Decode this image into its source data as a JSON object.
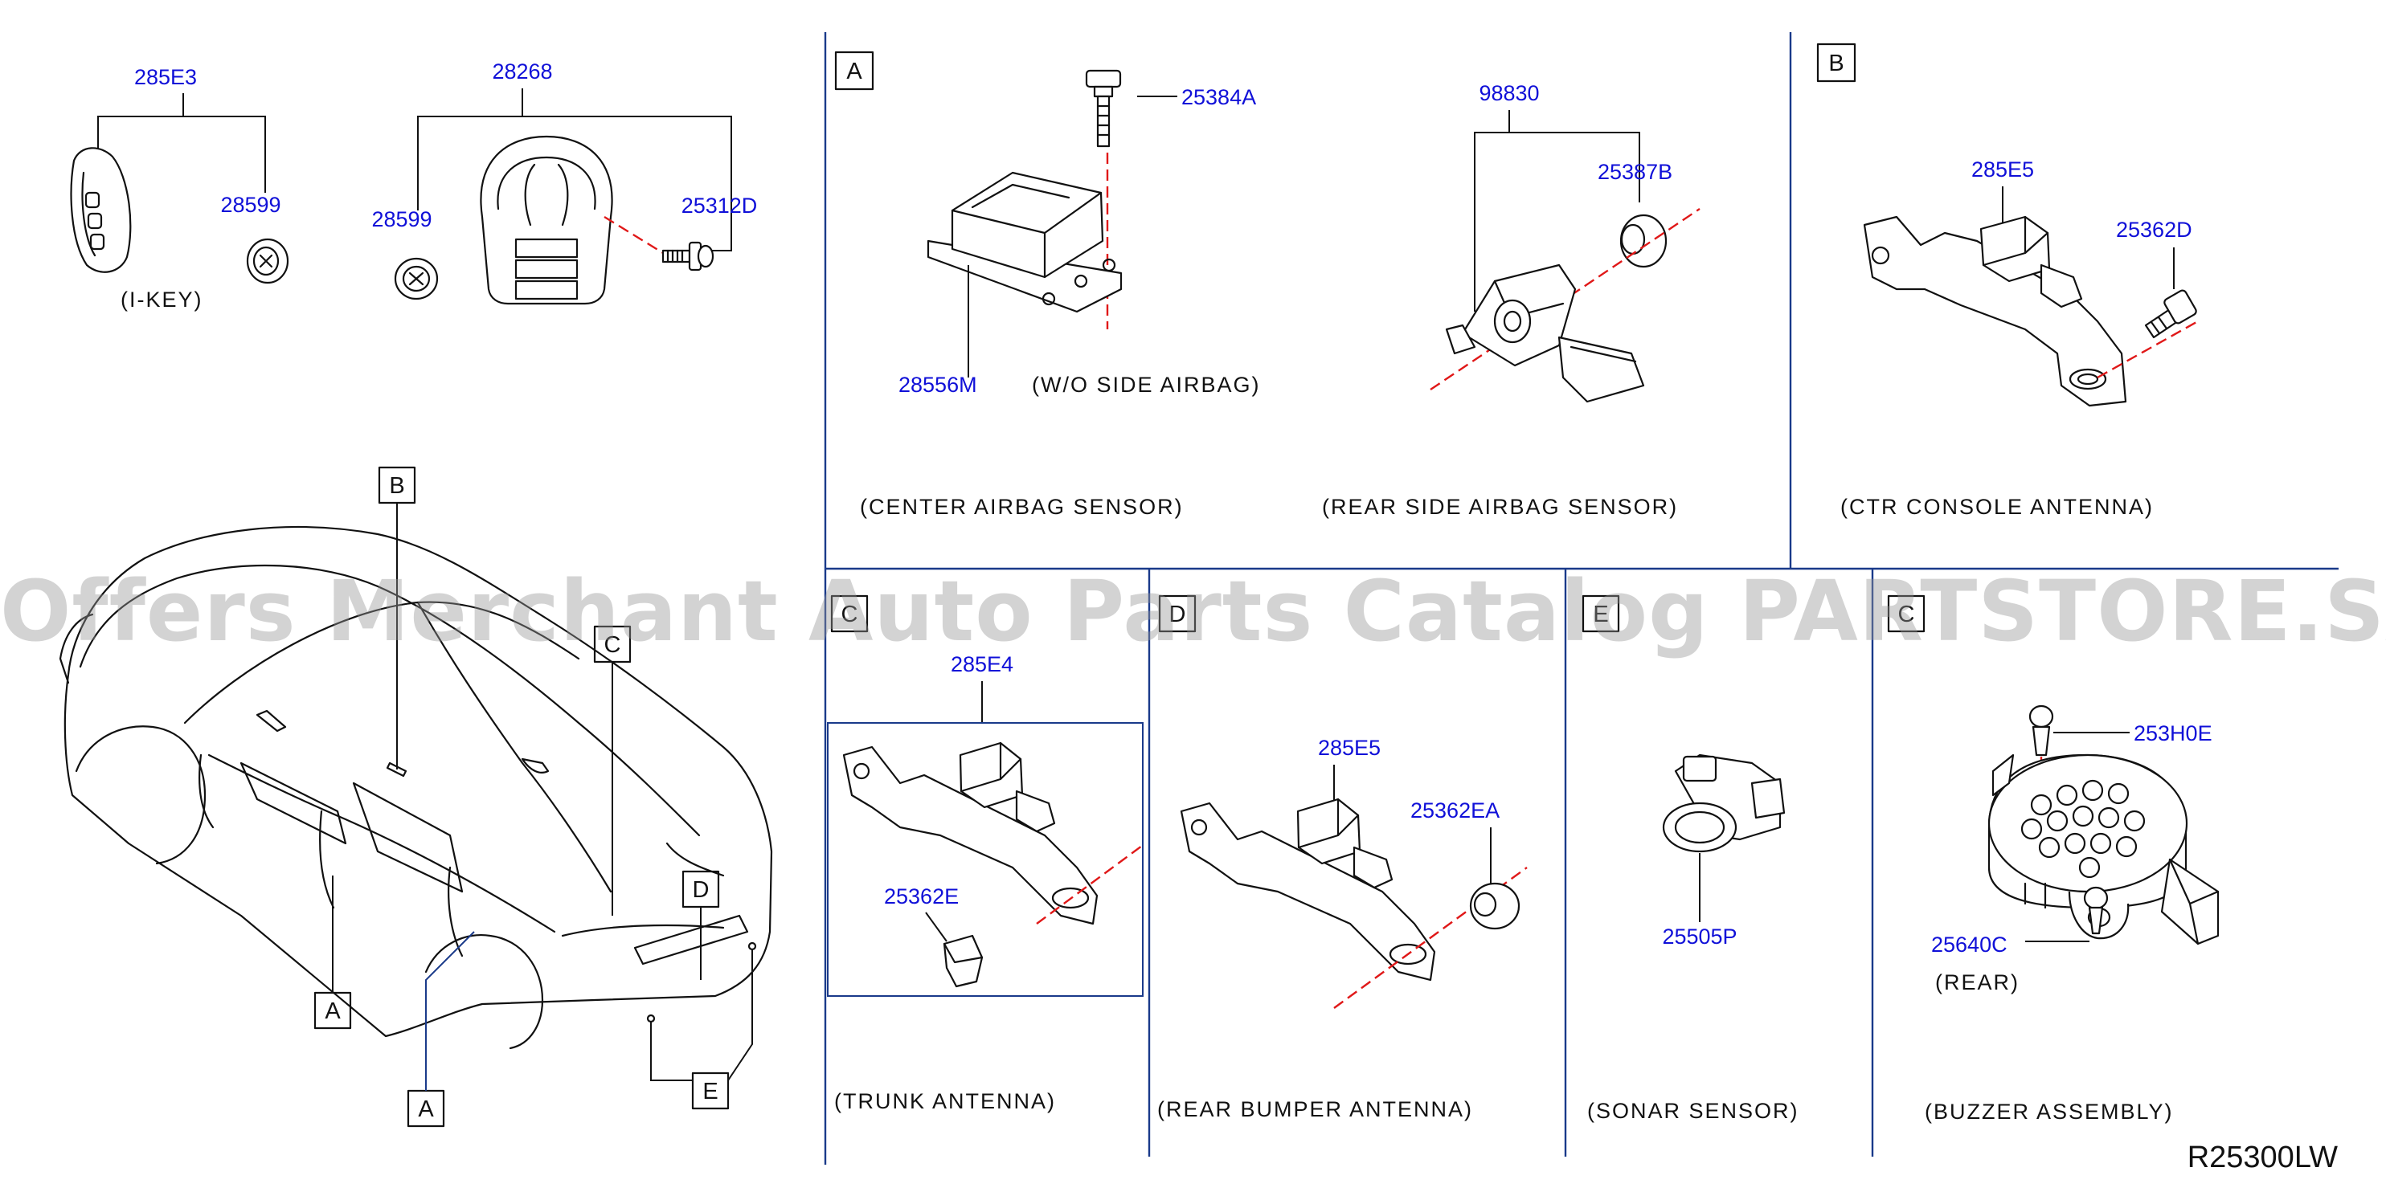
{
  "diagram_code": "R25300LW",
  "watermark": "Offers Merchant Auto Parts Catalog PARTSTORE.SA",
  "colors": {
    "part_number": "#1010d8",
    "centerline": "#e01818",
    "frame": "#1a3a8a",
    "watermark": "#969696"
  },
  "key_group": {
    "ikey": {
      "part": "285E3",
      "battery": "28599",
      "caption": "(I-KEY)"
    },
    "fob": {
      "part": "28268",
      "battery": "28599",
      "screw": "25312D"
    }
  },
  "overview": {
    "callouts": [
      "B",
      "C",
      "D",
      "A",
      "A",
      "E"
    ]
  },
  "sections": {
    "center_airbag": {
      "letter": "A",
      "bolt": "25384A",
      "sensor": "28556M",
      "note": "(W/O   SIDE   AIRBAG)",
      "caption": "(CENTER   AIRBAG   SENSOR)"
    },
    "rear_side_airbag": {
      "assembly": "98830",
      "spacer": "25387B",
      "caption": "(REAR   SIDE   AIRBAG   SENSOR)"
    },
    "ctr_console": {
      "letter": "B",
      "antenna": "285E5",
      "bolt": "25362D",
      "caption": "(CTR   CONSOLE   ANTENNA)"
    },
    "trunk": {
      "letter": "C",
      "antenna": "285E4",
      "clip": "25362E",
      "caption": "(TRUNK   ANTENNA)"
    },
    "rear_bumper": {
      "letter": "D",
      "antenna": "285E5",
      "spacer": "25362EA",
      "caption": "(REAR   BUMPER   ANTENNA)"
    },
    "sonar": {
      "letter": "E",
      "sensor": "25505P",
      "caption": "(SONAR   SENSOR)"
    },
    "buzzer": {
      "letter": "C",
      "clip": "253H0E",
      "buzzer": "25640C",
      "note": "(REAR)",
      "caption": "(BUZZER   ASSEMBLY)"
    }
  }
}
